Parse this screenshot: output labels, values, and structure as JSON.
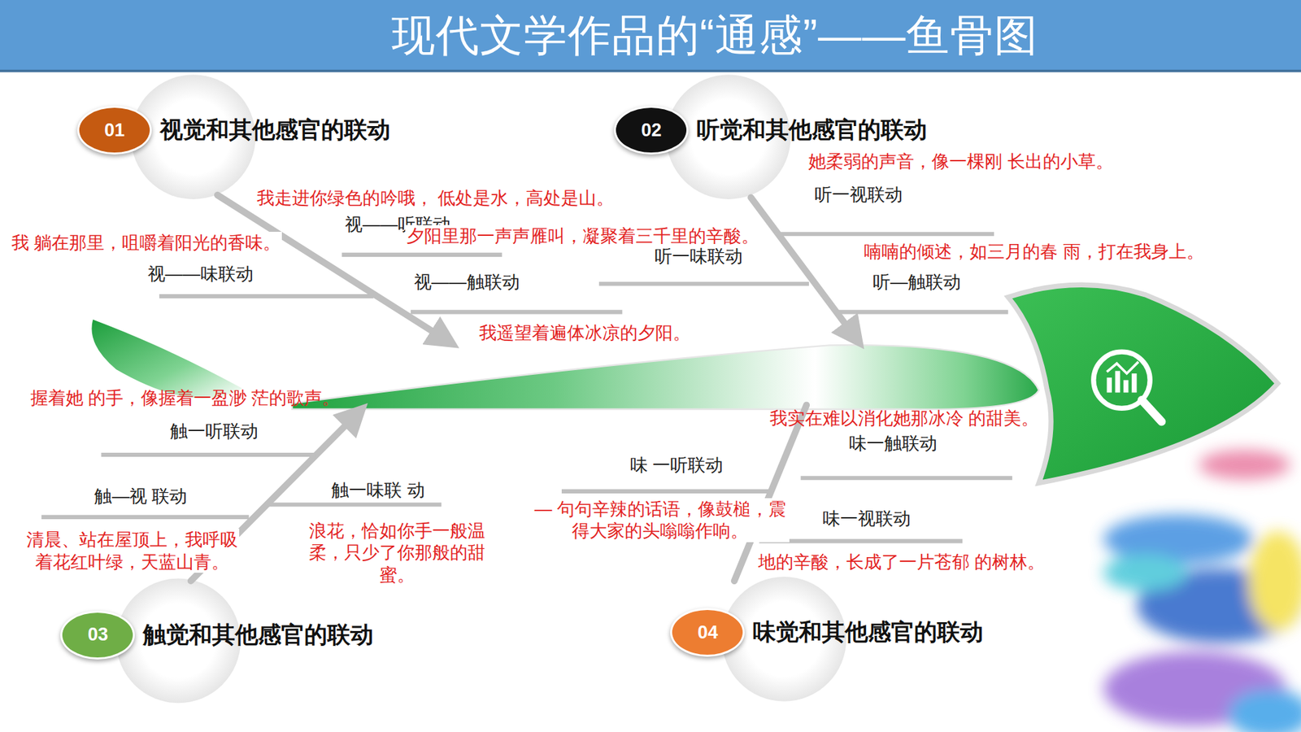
{
  "diagram": {
    "title": "现代文学作品的“通感”——鱼骨图",
    "nodes": [
      {
        "text": [
          "01",
          "视觉和其他感官的联动"
        ]
      },
      {
        "text": [
          "02",
          "听觉和其他感官的联动"
        ]
      },
      {
        "text": [
          "03",
          "触觉和其他感官的联动"
        ]
      },
      {
        "text": [
          "04",
          "味觉和其他感官的联动"
        ]
      }
    ],
    "labels": [
      "我走进你绿色的吟哦， 低处是水，高处是山。",
      "视——听联动",
      "我 躺在那里，咀嚼着阳光的香味。",
      "视——味联动",
      "夕阳里那一声声雁叫，凝聚着三千里的辛酸。",
      "视——触联动",
      "我遥望着遍体冰凉的夕阳。",
      "她柔弱的声音，像一棵刚 长出的小草。",
      "听一视联动",
      "听一味联动",
      "喃喃的倾述，如三月的春 雨，打在我身上。",
      "听—触联动",
      "握着她 的手，像握着一盈渺 茫的歌声。",
      "触一听联动",
      "触—视 联动",
      "触一味联 动",
      "清晨、站在屋顶上，我呼吸 着花红叶绿，天蓝山青。",
      "浪花，恰如你手一般温柔，只少了你那般的甜蜜。",
      "我实在难以消化她那冰冷 的甜美。",
      "味一触联动",
      "味 一听联动",
      "— 句句辛辣的话语，像鼓槌，震得大家的头嗡嗡作响。",
      "味一视联动",
      "地的辛酸，长成了一片苍郁 的树林。"
    ]
  }
}
